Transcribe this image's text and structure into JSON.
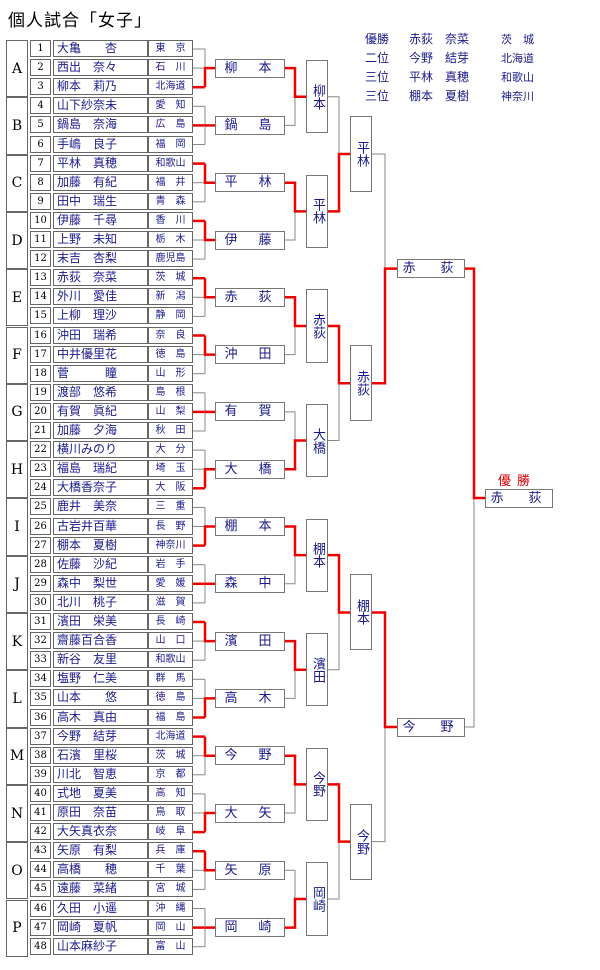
{
  "title": "個人試合「女子」",
  "results": [
    {
      "rank": "優勝",
      "name": "赤荻　奈菜",
      "pref": "茨　城"
    },
    {
      "rank": "二位",
      "name": "今野　結芽",
      "pref": "北海道"
    },
    {
      "rank": "三位",
      "name": "平林　真穂",
      "pref": "和歌山"
    },
    {
      "rank": "三位",
      "name": "棚本　夏樹",
      "pref": "神奈川"
    }
  ],
  "groups": [
    "A",
    "B",
    "C",
    "D",
    "E",
    "F",
    "G",
    "H",
    "I",
    "J",
    "K",
    "L",
    "M",
    "N",
    "O",
    "P"
  ],
  "players": [
    {
      "no": "1",
      "name": "大亀　　杏",
      "pref": "東　京"
    },
    {
      "no": "2",
      "name": "西出　奈々",
      "pref": "石　川"
    },
    {
      "no": "3",
      "name": "柳本　莉乃",
      "pref": "北海道"
    },
    {
      "no": "4",
      "name": "山下紗奈未",
      "pref": "愛　知"
    },
    {
      "no": "5",
      "name": "鍋島　奈海",
      "pref": "広　島"
    },
    {
      "no": "6",
      "name": "手嶋　良子",
      "pref": "福　岡"
    },
    {
      "no": "7",
      "name": "平林　真穂",
      "pref": "和歌山"
    },
    {
      "no": "8",
      "name": "加藤　有紀",
      "pref": "福　井"
    },
    {
      "no": "9",
      "name": "田中　瑞生",
      "pref": "青　森"
    },
    {
      "no": "10",
      "name": "伊藤　千尋",
      "pref": "香　川"
    },
    {
      "no": "11",
      "name": "上野　未知",
      "pref": "栃　木"
    },
    {
      "no": "12",
      "name": "末吉　杏梨",
      "pref": "鹿児島"
    },
    {
      "no": "13",
      "name": "赤荻　奈菜",
      "pref": "茨　城"
    },
    {
      "no": "14",
      "name": "外川　愛佳",
      "pref": "新　潟"
    },
    {
      "no": "15",
      "name": "上柳　理沙",
      "pref": "静　岡"
    },
    {
      "no": "16",
      "name": "沖田　瑞希",
      "pref": "奈　良"
    },
    {
      "no": "17",
      "name": "中井優里花",
      "pref": "徳　島"
    },
    {
      "no": "18",
      "name": "菅　　　瞳",
      "pref": "山　形"
    },
    {
      "no": "19",
      "name": "渡部　悠希",
      "pref": "島　根"
    },
    {
      "no": "20",
      "name": "有賀　眞紀",
      "pref": "山　梨"
    },
    {
      "no": "21",
      "name": "加藤　夕海",
      "pref": "秋　田"
    },
    {
      "no": "22",
      "name": "横川みのり",
      "pref": "大　分"
    },
    {
      "no": "23",
      "name": "福島　瑞紀",
      "pref": "埼　玉"
    },
    {
      "no": "24",
      "name": "大橋香奈子",
      "pref": "大　阪"
    },
    {
      "no": "25",
      "name": "鹿井　美奈",
      "pref": "三　重"
    },
    {
      "no": "26",
      "name": "古岩井百華",
      "pref": "長　野"
    },
    {
      "no": "27",
      "name": "棚本　夏樹",
      "pref": "神奈川"
    },
    {
      "no": "28",
      "name": "佐藤　沙紀",
      "pref": "岩　手"
    },
    {
      "no": "29",
      "name": "森中　梨世",
      "pref": "愛　媛"
    },
    {
      "no": "30",
      "name": "北川　桃子",
      "pref": "滋　賀"
    },
    {
      "no": "31",
      "name": "濱田　栄美",
      "pref": "長　崎"
    },
    {
      "no": "32",
      "name": "齋藤百合香",
      "pref": "山　口"
    },
    {
      "no": "33",
      "name": "新谷　友里",
      "pref": "和歌山"
    },
    {
      "no": "34",
      "name": "塩野　仁美",
      "pref": "群　馬"
    },
    {
      "no": "35",
      "name": "山本　　悠",
      "pref": "徳　島"
    },
    {
      "no": "36",
      "name": "高木　真由",
      "pref": "福　島"
    },
    {
      "no": "37",
      "name": "今野　結芽",
      "pref": "北海道"
    },
    {
      "no": "38",
      "name": "石濱　里桜",
      "pref": "茨　城"
    },
    {
      "no": "39",
      "name": "川北　智恵",
      "pref": "京　都"
    },
    {
      "no": "40",
      "name": "式地　夏美",
      "pref": "高　知"
    },
    {
      "no": "41",
      "name": "原田　奈苗",
      "pref": "鳥　取"
    },
    {
      "no": "42",
      "name": "大矢真衣奈",
      "pref": "岐　阜"
    },
    {
      "no": "43",
      "name": "矢原　有梨",
      "pref": "兵　庫"
    },
    {
      "no": "44",
      "name": "高橋　　穂",
      "pref": "千　葉"
    },
    {
      "no": "45",
      "name": "遠藤　菜緒",
      "pref": "宮　城"
    },
    {
      "no": "46",
      "name": "久田　小遥",
      "pref": "沖　縄"
    },
    {
      "no": "47",
      "name": "岡崎　夏帆",
      "pref": "岡　山"
    },
    {
      "no": "48",
      "name": "山本麻紗子",
      "pref": "富　山"
    }
  ],
  "round1": [
    {
      "name": "柳　本",
      "winner": 3
    },
    {
      "name": "鍋　島",
      "winner": 5
    },
    {
      "name": "平　林",
      "winner": 7
    },
    {
      "name": "伊　藤",
      "winner": 10
    },
    {
      "name": "赤　荻",
      "winner": 13
    },
    {
      "name": "沖　田",
      "winner": 16
    },
    {
      "name": "有　賀",
      "winner": 20
    },
    {
      "name": "大　橋",
      "winner": 24
    },
    {
      "name": "棚　本",
      "winner": 27
    },
    {
      "name": "森　中",
      "winner": 29
    },
    {
      "name": "濱　田",
      "winner": 31
    },
    {
      "name": "高　木",
      "winner": 36
    },
    {
      "name": "今　野",
      "winner": 37
    },
    {
      "name": "大　矢",
      "winner": 42
    },
    {
      "name": "矢　原",
      "winner": 43
    },
    {
      "name": "岡　崎",
      "winner": 47
    }
  ],
  "round2": [
    {
      "name": "柳本",
      "winner": "top"
    },
    {
      "name": "平林",
      "winner": "top"
    },
    {
      "name": "赤荻",
      "winner": "top"
    },
    {
      "name": "大橋",
      "winner": "bottom"
    },
    {
      "name": "棚本",
      "winner": "top"
    },
    {
      "name": "濱田",
      "winner": "top"
    },
    {
      "name": "今野",
      "winner": "top"
    },
    {
      "name": "岡崎",
      "winner": "bottom"
    }
  ],
  "round3": [
    {
      "name": "平林",
      "winner": "bottom"
    },
    {
      "name": "赤荻",
      "winner": "top"
    },
    {
      "name": "棚本",
      "winner": "top"
    },
    {
      "name": "今野",
      "winner": "top"
    }
  ],
  "semifinal": [
    {
      "name": "赤　荻",
      "winner": "bottom"
    },
    {
      "name": "今　野",
      "winner": "top"
    }
  ],
  "final": {
    "label": "優勝",
    "name": "赤　荻"
  },
  "colors": {
    "line": "#888888",
    "win": "#ee0000",
    "text": "#1a1a8c"
  }
}
